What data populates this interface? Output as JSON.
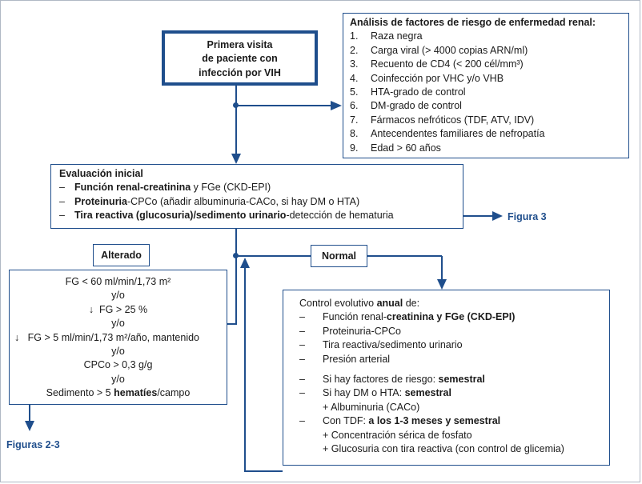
{
  "first_visit": {
    "line1": "Primera visita",
    "line2": "de paciente con",
    "line3": "infección por VIH"
  },
  "risk": {
    "title": "Análisis de factores de riesgo de enfermedad renal:",
    "items": [
      {
        "n": "1.",
        "text": "Raza negra"
      },
      {
        "n": "2.",
        "text": "Carga viral (> 4000 copias ARN/ml)"
      },
      {
        "n": "3.",
        "text": "Recuento de CD4 (< 200 cél/mm³)"
      },
      {
        "n": "4.",
        "text": "Coinfección por VHC y/o VHB"
      },
      {
        "n": "5.",
        "text": "HTA-grado de control"
      },
      {
        "n": "6.",
        "text": "DM-grado de control"
      },
      {
        "n": "7.",
        "text": "Fármacos nefróticos (TDF, ATV, IDV)"
      },
      {
        "n": "8.",
        "text": "Antecendentes familiares de nefropatía"
      },
      {
        "n": "9.",
        "text": "Edad > 60 años"
      }
    ]
  },
  "eval": {
    "title": "Evaluación inicial",
    "marker": "–",
    "l1_bold": "Función renal-creatinina",
    "l1_rest": " y FGe (CKD-EPI)",
    "l2_bold": "Proteinuria",
    "l2_rest": "-CPCo (añadir albuminuria-CACo, si hay DM o HTA)",
    "l3_bold": "Tira reactiva (glucosuria)/sedimento urinario",
    "l3_rest": "-detección de hematuria"
  },
  "figura3": "Figura 3",
  "alterado_label": "Alterado",
  "normal_label": "Normal",
  "alterado": {
    "l1": "FG < 60 ml/min/1,73 m²",
    "yo": "y/o",
    "arrow": "↓",
    "l2": "FG > 25 %",
    "l3": "FG > 5 ml/min/1,73 m²/año, mantenido",
    "l4": "CPCo > 0,3 g/g",
    "l5_pre": "Sedimento > 5 ",
    "l5_bold": "hematíes",
    "l5_post": "/campo"
  },
  "figuras23": "Figuras 2-3",
  "control": {
    "title_pre": "Control evolutivo ",
    "title_bold": "anual",
    "title_post": " de:",
    "marker": "–",
    "c1_pre": "Función renal-",
    "c1_bold": "creatinina y FGe (CKD-EPI)",
    "c2": "Proteinuria-CPCo",
    "c3": "Tira reactiva/sedimento urinario",
    "c4": "Presión arterial",
    "c5_pre": "Si hay factores de riesgo: ",
    "c5_bold": "semestral",
    "c6_pre": "Si hay DM o HTA: ",
    "c6_bold": "semestral",
    "c6_sub": "+ Albuminuria (CACo)",
    "c7_pre": "Con TDF: ",
    "c7_bold": "a los 1-3 meses y semestral",
    "c7_sub1": "+ Concentración sérica de fosfato",
    "c7_sub2": "+ Glucosuria con tira reactiva (con control de glicemia)"
  }
}
